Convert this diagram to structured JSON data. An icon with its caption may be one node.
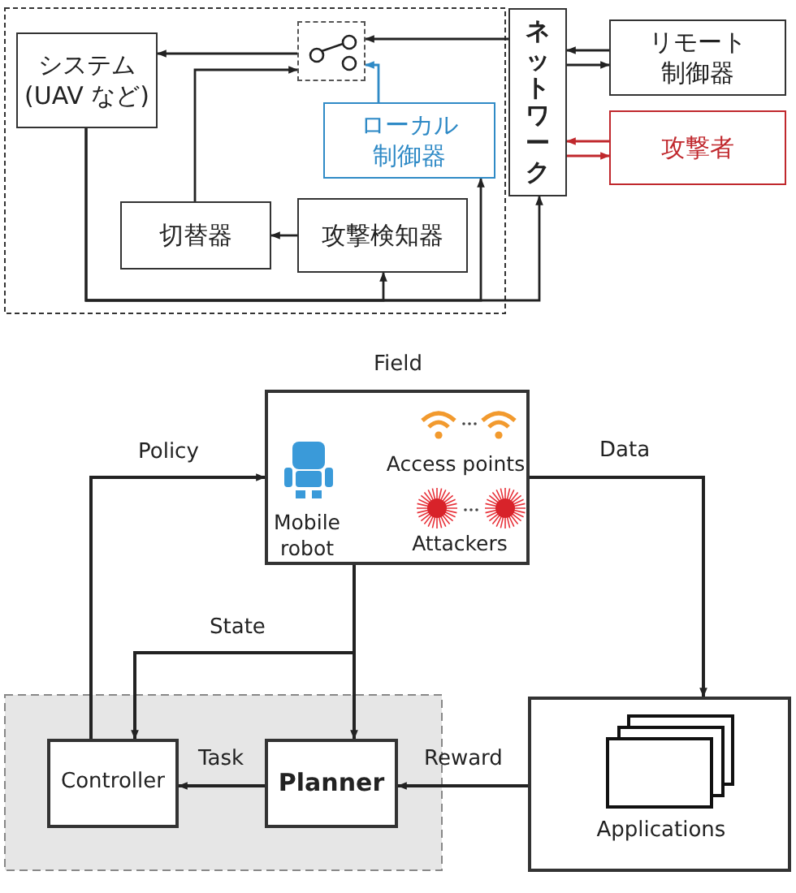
{
  "diagram": {
    "nodes": [
      {
        "text": [
          "システム(UAV など)"
        ]
      },
      {
        "text": [],
        "shape": "box"
      },
      {
        "text": [
          "ローカル制御器"
        ]
      },
      {
        "text": [
          "切替器"
        ]
      },
      {
        "text": [
          "攻撃検知器"
        ]
      },
      {
        "text": [
          "ネットワーク"
        ]
      },
      {
        "text": [
          "リモート制御器"
        ]
      },
      {
        "text": [
          "攻撃者"
        ]
      },
      {
        "text": [
          "Field",
          "Mobile robot",
          "Access points",
          "Attackers"
        ]
      },
      {
        "text": [
          "Controller"
        ]
      },
      {
        "text": [
          "Planner"
        ]
      },
      {
        "text": [
          "Applications"
        ]
      }
    ],
    "edges": [
      {
        "from": 1,
        "to": 0,
        "arrow": "to"
      },
      {
        "from": 5,
        "to": 1,
        "arrow": "to"
      },
      {
        "from": 3,
        "to": 1,
        "arrow": "to"
      },
      {
        "from": 2,
        "to": 1,
        "arrow": "to",
        "color": "#2f8ac6"
      },
      {
        "from": 4,
        "to": 3,
        "arrow": "to"
      },
      {
        "from": 0,
        "to": 4,
        "arrow": "to"
      },
      {
        "from": 0,
        "to": 2,
        "arrow": "to"
      },
      {
        "from": 0,
        "to": 5,
        "arrow": "to"
      },
      {
        "from": 6,
        "to": 5,
        "arrow": "to"
      },
      {
        "from": 5,
        "to": 6,
        "arrow": "to"
      },
      {
        "from": 7,
        "to": 5,
        "arrow": "to",
        "color": "#c0282d"
      },
      {
        "from": 5,
        "to": 7,
        "arrow": "to",
        "color": "#c0282d"
      },
      {
        "from": 9,
        "to": 8,
        "arrow": "to",
        "label": "Policy"
      },
      {
        "from": 8,
        "to": 11,
        "arrow": "to",
        "label": "Data"
      },
      {
        "from": 8,
        "to": 9,
        "arrow": "to",
        "label": "State"
      },
      {
        "from": 8,
        "to": 10,
        "arrow": "to"
      },
      {
        "from": 10,
        "to": 9,
        "arrow": "to",
        "label": "Task"
      },
      {
        "from": 11,
        "to": 10,
        "arrow": "to",
        "label": "Reward"
      }
    ]
  }
}
